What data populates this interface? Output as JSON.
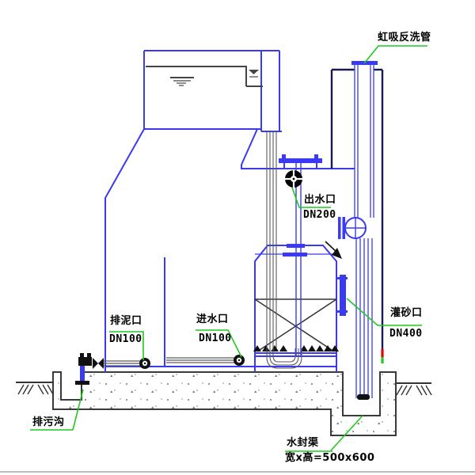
{
  "drawing": {
    "type": "engineering-section-drawing",
    "subject": "siphon filter tank section"
  },
  "labels": {
    "siphon_backwash": {
      "text": "虹吸反洗管"
    },
    "outlet": {
      "text": "出水口",
      "size": "DN200"
    },
    "mud_drain": {
      "text": "排泥口",
      "size": "DN100"
    },
    "inlet": {
      "text": "进水口",
      "size": "DN100"
    },
    "sand_fill": {
      "text": "灌砂口",
      "size": "DN400"
    },
    "sewage_ditch": {
      "text": "排污沟"
    },
    "water_seal": {
      "text": "水封渠",
      "dimension": "宽x高=500x600"
    }
  },
  "colors": {
    "line_blue": "#3a3af2",
    "line_navy": "#1a1a52",
    "leader_green": "#1ec81e",
    "accent_red": "#e80000",
    "structure_gray": "#3a3a3a",
    "pipe_gray": "#5a5a5a",
    "water_line_gray": "#444444",
    "text_black": "#000000",
    "concrete_speckle": "#8a8a8a"
  }
}
